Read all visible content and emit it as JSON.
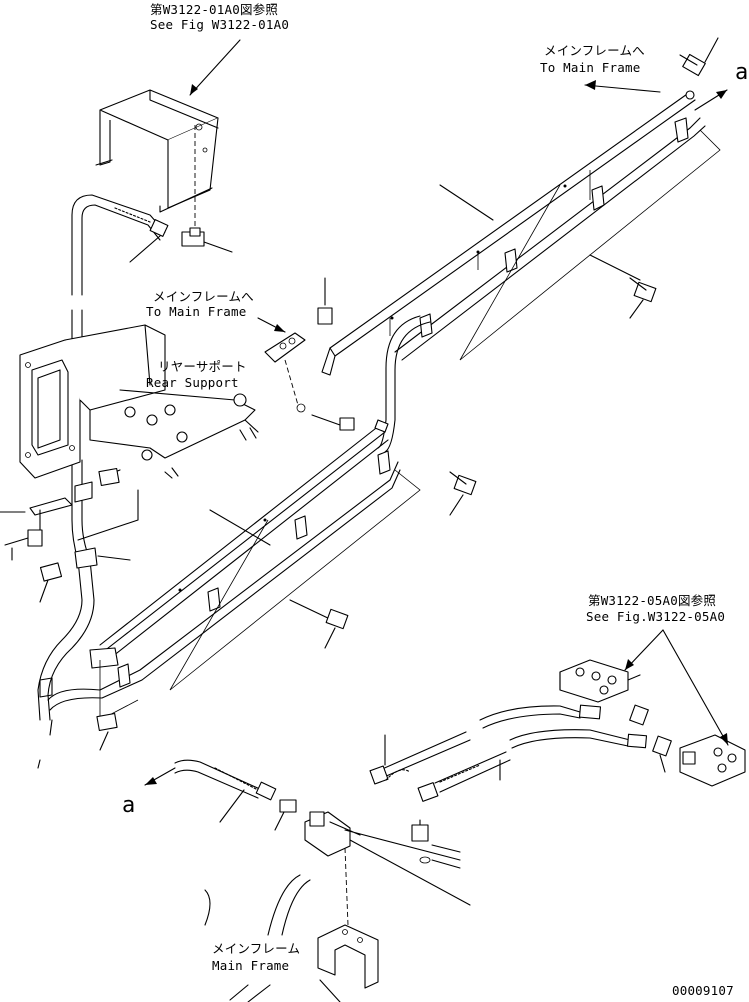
{
  "labels": {
    "ref_top_jp": "第W3122-01A0図参照",
    "ref_top_en": "See Fig W3122-01A0",
    "main_frame_right_jp": "メインフレームへ",
    "main_frame_right_en": "To Main Frame",
    "main_frame_mid_jp": "メインフレームへ",
    "main_frame_mid_en": "To Main Frame",
    "rear_support_jp": "リヤーサポート",
    "rear_support_en": "Rear Support",
    "ref_right_jp": "第W3122-05A0図参照",
    "ref_right_en": "See Fig.W3122-05A0",
    "main_frame_bottom_jp": "メインフレーム",
    "main_frame_bottom_en": "Main Frame",
    "marker_a_right": "a",
    "marker_a_left": "a",
    "drawing_number": "00009107"
  }
}
